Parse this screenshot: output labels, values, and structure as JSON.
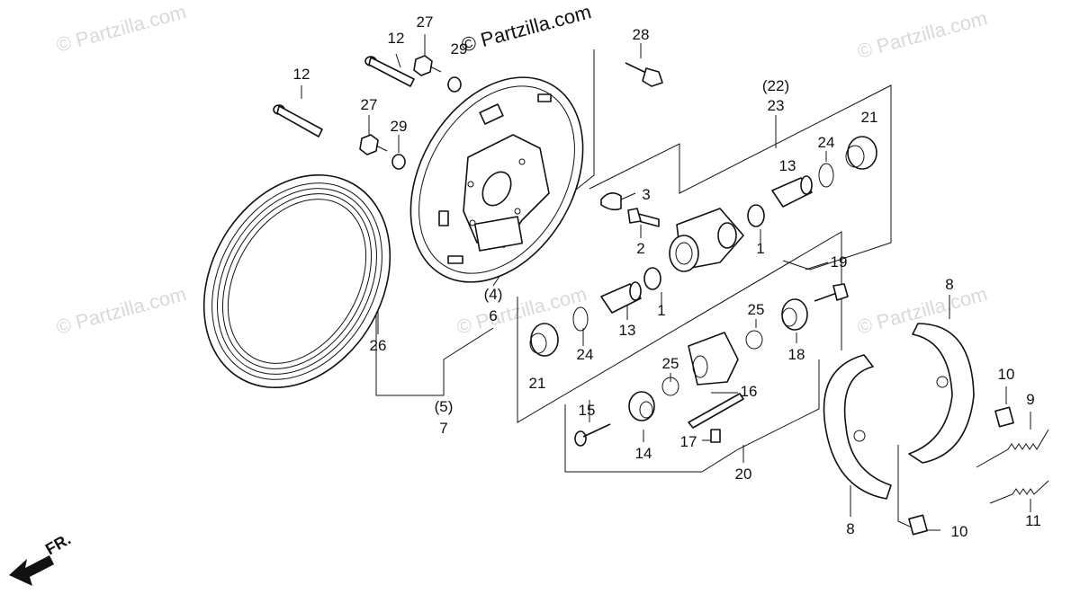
{
  "watermarks": {
    "top_left": "© Partzilla.com",
    "top_center": "© Partzilla.com",
    "top_right": "© Partzilla.com",
    "mid_left": "© Partzilla.com",
    "mid_center": "© Partzilla.com",
    "mid_right": "© Partzilla.com",
    "mid_center2": "© Partzilla.com"
  },
  "front_indicator": "FR.",
  "callouts": {
    "c12a": "12",
    "c27a": "27",
    "c29a": "29",
    "c12b": "12",
    "c27b": "27",
    "c29b": "29",
    "c28": "28",
    "c22": "(22)",
    "c23": "23",
    "c21a": "21",
    "c24a": "24",
    "c13a": "13",
    "c3": "3",
    "c2": "2",
    "c1a": "1",
    "c4": "(4)",
    "c6": "6",
    "c26": "26",
    "c5": "(5)",
    "c7": "7",
    "c13b": "13",
    "c1b": "1",
    "c24b": "24",
    "c21b": "21",
    "c19": "19",
    "c25a": "25",
    "c18": "18",
    "c25b": "25",
    "c16": "16",
    "c15": "15",
    "c14": "14",
    "c17": "17",
    "c20": "20",
    "c8a": "8",
    "c8b": "8",
    "c10a": "10",
    "c9": "9",
    "c11": "11",
    "c10b": "10"
  }
}
